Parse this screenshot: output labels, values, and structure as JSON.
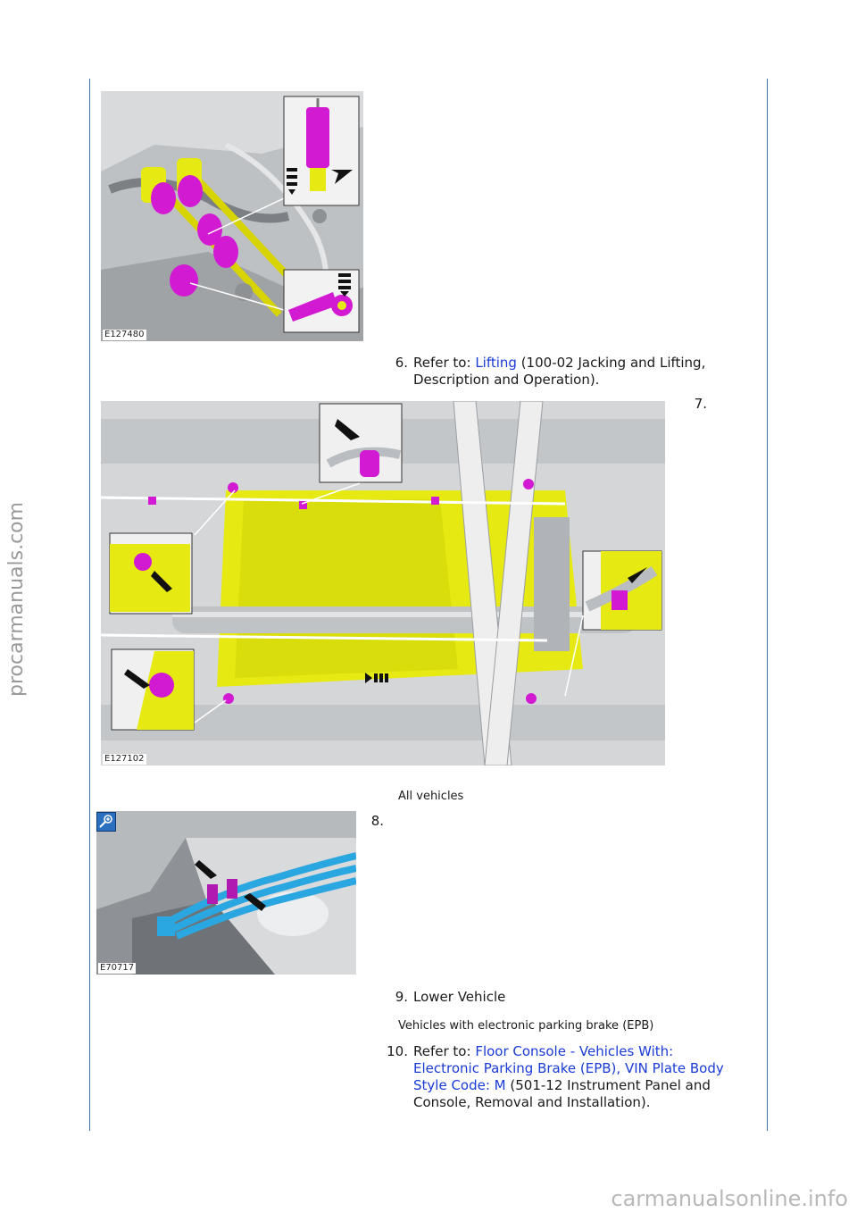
{
  "page": {
    "side_watermark": "procarmanuals.com",
    "bottom_watermark": "carmanualsonline.info"
  },
  "figures": {
    "fig1": {
      "code": "E127480"
    },
    "fig2": {
      "code": "E127102"
    },
    "fig3": {
      "code": "E70717"
    }
  },
  "steps": {
    "s6": {
      "num": "6.",
      "prefix": "Refer to: ",
      "link": "Lifting",
      "suffix_line1": " (100-02 Jacking and Lifting,",
      "line2": "Description and Operation)."
    },
    "s7": {
      "num": "7."
    },
    "note_all": "All vehicles",
    "s8": {
      "num": "8."
    },
    "s9": {
      "num": "9.",
      "text": "Lower Vehicle"
    },
    "note_epb": "Vehicles with electronic parking brake (EPB)",
    "s10": {
      "num": "10.",
      "prefix": "Refer to: ",
      "link_line1": "Floor Console - Vehicles With:",
      "link_line2": "Electronic Parking Brake (EPB), VIN Plate Body",
      "link_line3a": "Style Code: M",
      "line3b": " (501-12 Instrument Panel and",
      "line4": "Console, Removal and Installation)."
    }
  },
  "colors": {
    "rule": "#4a70b0",
    "link": "#1a3bd6",
    "highlight_magenta": "#d21ad2",
    "highlight_yellow": "#e6ea12",
    "cable_blue": "#2aa6e0"
  }
}
